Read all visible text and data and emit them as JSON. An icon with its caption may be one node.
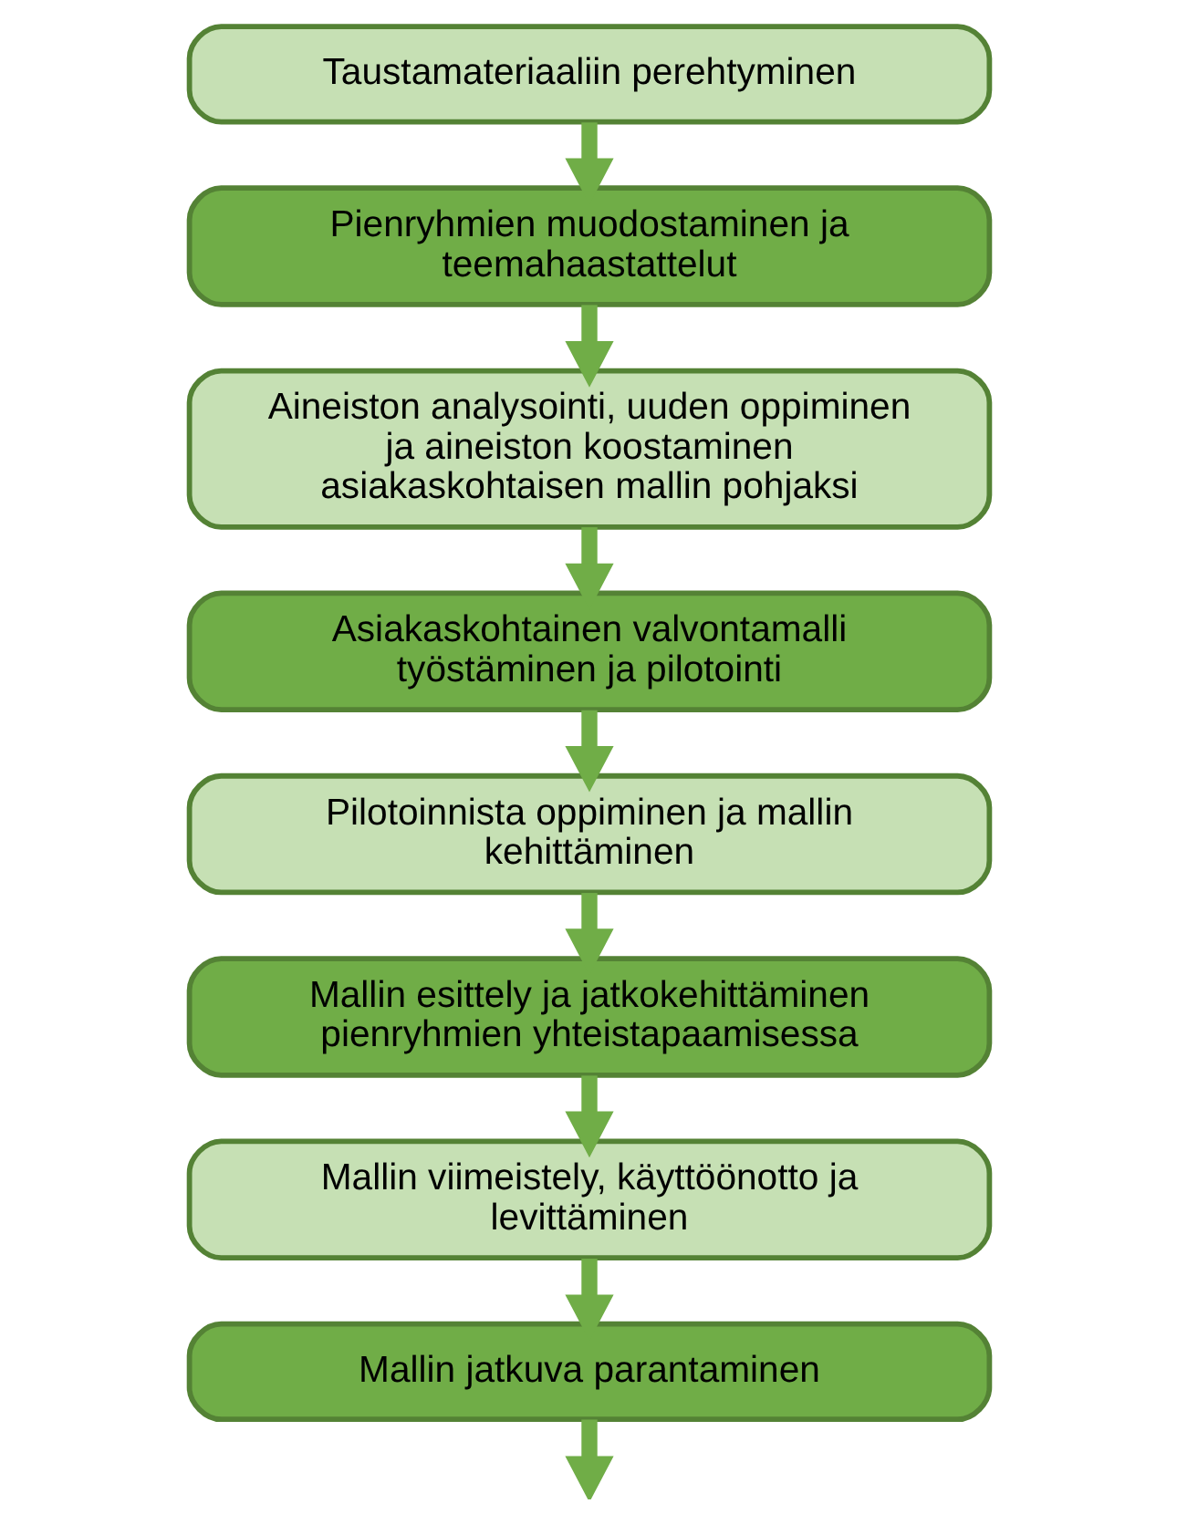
{
  "diagram": {
    "nodes": [
      {
        "text": [
          "Taustamateriaaliin perehtyminen"
        ]
      },
      {
        "text": [
          "Pienryhmien muodostaminen ja teemahaastattelut"
        ]
      },
      {
        "text": [
          "Aineiston analysointi, uuden oppiminen ja aineiston koostaminen asiakaskohtaisen mallin pohjaksi"
        ]
      },
      {
        "text": [
          "Asiakaskohtainen valvontamalli työstäminen ja pilotointi"
        ]
      },
      {
        "text": [
          "Pilotoinnista oppiminen ja mallin kehittäminen"
        ]
      },
      {
        "text": [
          "Mallin esittely ja jatkokehittäminen pienryhmien yhteistapaamisessa"
        ]
      },
      {
        "text": [
          "Mallin viimeistely, käyttöönotto ja levittäminen"
        ]
      },
      {
        "text": [
          "Mallin jatkuva parantaminen"
        ]
      }
    ],
    "edges": [
      {
        "from": 0,
        "to": 1,
        "arrow": "to"
      },
      {
        "from": 1,
        "to": 2,
        "arrow": "to"
      },
      {
        "from": 2,
        "to": 3,
        "arrow": "to"
      },
      {
        "from": 3,
        "to": 4,
        "arrow": "to"
      },
      {
        "from": 4,
        "to": 5,
        "arrow": "to"
      },
      {
        "from": 5,
        "to": 6,
        "arrow": "to"
      },
      {
        "from": 6,
        "to": 7,
        "arrow": "to"
      },
      {
        "from": 7,
        "to": null,
        "arrow": "to"
      }
    ]
  }
}
